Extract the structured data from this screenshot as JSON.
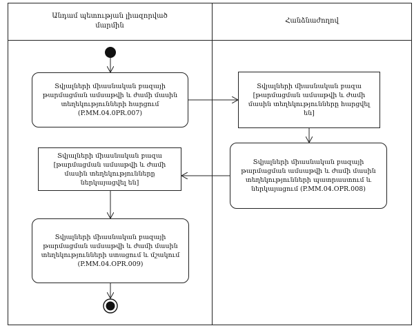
{
  "lanes": [
    {
      "title": "Անդամ պետության լիազորված\nմարմին"
    },
    {
      "title": "Հանձնաժողով"
    }
  ],
  "nodes": {
    "send": "Տվյալների միասնական բազայի թարմացման ամսաթվի և ժամի մասին տեղեկությունների հարցում (P.MM.04.0PR.007)",
    "request_received": "Տվյալների միասնական բազա\n[թարմացման ամսաթվի և ժամի մասին տեղեկությունները հարցվել են]",
    "provide": "Տվյալների միասնական բազայի թարմացման ամսաթվի և ժամի մասին տեղեկությունների պատրաստում և ներկայացում (P.MM.04.OPR.008)",
    "provided": "Տվյալների միասնական բազա\n[թարմացման ամսաթվի և ժամի մասին տեղեկությունները ներկայացվել են]",
    "receive": "Տվյալների միասնական բազայի թարմացման ամսաթվի և ժամի մասին տեղեկությունների ստացում և մշակում (P.MM.04.OPR.009)"
  }
}
